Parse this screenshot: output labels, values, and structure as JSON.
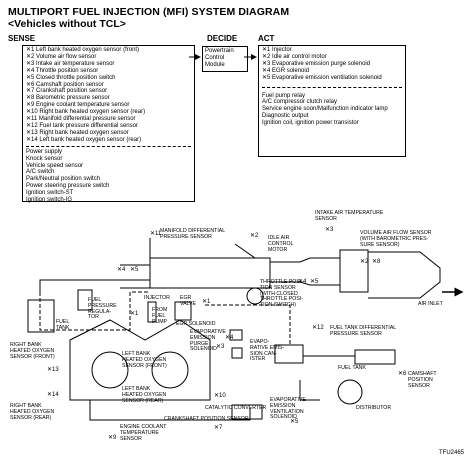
{
  "title": "MULTIPORT FUEL INJECTION (MFI) SYSTEM DIAGRAM",
  "subtitle": "<Vehicles without TCL>",
  "headers": {
    "sense": "SENSE",
    "decide": "DECIDE",
    "act": "ACT"
  },
  "sense_group1": [
    "✕1 Left bank heated oxygen sensor (front)",
    "✕2 Volume air flow sensor",
    "✕3 Intake air temperature sensor",
    "✕4 Throttle position sensor",
    "✕5 Closed throttle position switch",
    "✕6 Camshaft position sensor",
    "✕7 Crankshaft position sensor",
    "✕8 Barometric pressure sensor",
    "✕9 Engine coolant temperature sensor",
    "✕10 Right bank heated oxygen sensor (rear)",
    "✕11 Manifold differential pressure sensor",
    "✕12 Fuel tank pressure differential sensor",
    "✕13 Right bank heated oxygen sensor",
    "✕14 Left bank heated oxygen sensor (rear)"
  ],
  "sense_group2": [
    "Power supply",
    "Knock sensor",
    "Vehicle speed sensor",
    "A/C switch",
    "Park/Neutral position switch",
    "Power steering pressure switch",
    "Ignition switch-ST",
    "Ignition switch-IG"
  ],
  "decide_lines": [
    "Powertrain",
    "Control",
    "Module"
  ],
  "act_group1": [
    "✕1 Injector",
    "✕2 Idle air control motor",
    "✕3 Evaporative emission purge solenoid",
    "✕4 EGR solenoid",
    "✕5 Evaporative emission ventilation solenoid"
  ],
  "act_group2": [
    "Fuel pump relay",
    "A/C compressor clutch relay",
    "Service engine soon/Malfunction indicator lamp",
    "Diagnostic output",
    "Ignition coil, ignition power transistor"
  ],
  "labels": {
    "manifold_diff": [
      "MANIFOLD DIFFERENTIAL",
      "PRESSURE SENSOR"
    ],
    "iac_motor": [
      "IDLE AIR",
      "CONTROL",
      "MOTOR"
    ],
    "intake_temp": [
      "INTAKE AIR TEMPERATURE",
      "SENSOR"
    ],
    "vol_air_flow": [
      "VOLUME AIR FLOW SENSOR",
      "(WITH BAROMETRIC PRES-",
      "SURE SENSOR)"
    ],
    "air_inlet": [
      "AIR INLET"
    ],
    "throttle_pos": [
      "THROTTLE POSI-",
      "TION SENSOR",
      "(WITH CLOSED",
      "THROTTLE POSI-",
      "TION SWITCH)"
    ],
    "fuel_pressure_reg": [
      "FUEL",
      "PRESSURE",
      "REGULA-",
      "TOR"
    ],
    "injector": [
      "INJECTOR"
    ],
    "egr_valve": [
      "EGR",
      "VALVE"
    ],
    "from_fuel_pump": [
      "FROM",
      "FUEL",
      "PUMP"
    ],
    "egr_solenoid": [
      "EGR SOLENOID"
    ],
    "fuel_tank_left": [
      "FUEL",
      "TANK"
    ],
    "evap_purge": [
      "EVAPORATIVE",
      "EMISSION",
      "PURGE",
      "SOLENOID"
    ],
    "fuel_tank_diff": [
      "FUEL TANK DIFFERENTIAL",
      "PRESSURE SENSOR"
    ],
    "rb_front": [
      "RIGHT BANK",
      "HEATED OXYGEN",
      "SENSOR (FRONT)"
    ],
    "lb_front": [
      "LEFT BANK",
      "HEATED OXYGEN",
      "SENSOR (FRONT)"
    ],
    "evap_canister": [
      "EVAPO-",
      "RATIVE EMIS-",
      "SION CAN-",
      "ISTER"
    ],
    "fuel_tank_right": [
      "FUEL TANK"
    ],
    "camshaft": [
      "CAMSHAFT",
      "POSITION",
      "SENSOR"
    ],
    "rb_rear": [
      "RIGHT BANK",
      "HEATED OXYGEN",
      "SENSOR (REAR)"
    ],
    "lb_rear": [
      "LEFT BANK",
      "HEATED OXYGEN",
      "SENSOR (REAR)"
    ],
    "catalytic": [
      "CATALYTIC CONVERTER"
    ],
    "evap_vent": [
      "EVAPORATIVE",
      "EMISSION",
      "VENTILATION",
      "SOLENOID"
    ],
    "distributor": [
      "DISTRIBUTOR"
    ],
    "crankshaft": [
      "CRANKSHAFT POSITION SENSOR"
    ],
    "coolant": [
      "ENGINE COOLANT",
      "TEMPERATURE",
      "SENSOR"
    ]
  },
  "markers": {
    "m11": "✕11",
    "m4a": "✕4",
    "m5a": "✕5",
    "m2b": "✕2",
    "m3": "✕3",
    "m2": "✕2",
    "m8": "✕8",
    "m4": "✕4",
    "m5": "✕5",
    "m1": "✕1",
    "m1b": "✕1",
    "m4c": "✕4",
    "m12": "✕12",
    "m3b": "✕3",
    "m6": "✕6",
    "m13": "✕13",
    "m14": "✕14",
    "m10": "✕10",
    "m7": "✕7",
    "m9": "✕9",
    "m5b": "✕5"
  },
  "figure_code": "TFU2465"
}
